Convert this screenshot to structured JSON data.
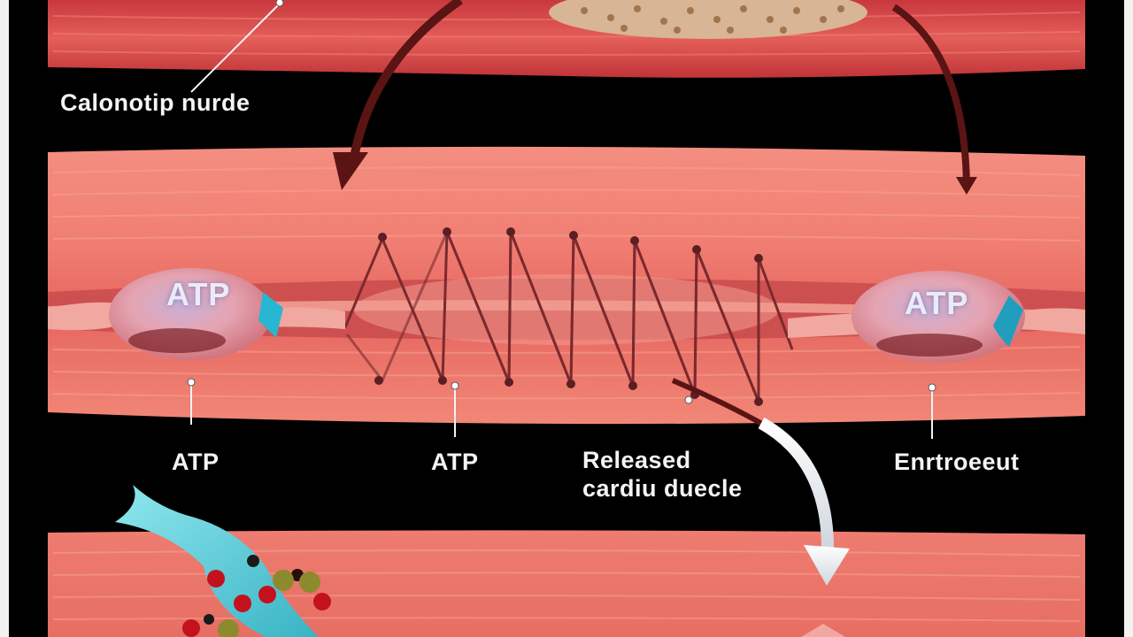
{
  "labels": {
    "top_left": "Calonotip nurde",
    "atp_left": "ATP",
    "atp_center": "ATP",
    "released_line1": "Released",
    "released_line2": "cardiu duecle",
    "right": "Enrtroeeut"
  },
  "atp_nodes": {
    "left": "ATP",
    "right": "ATP"
  },
  "colors": {
    "background": "#000000",
    "muscle": "#e0645c",
    "muscle_dark": "#b2303a",
    "atp_node": "#f0b0b0",
    "cyan_accent": "#2bb8d6",
    "arrow_dark": "#5a1414"
  }
}
